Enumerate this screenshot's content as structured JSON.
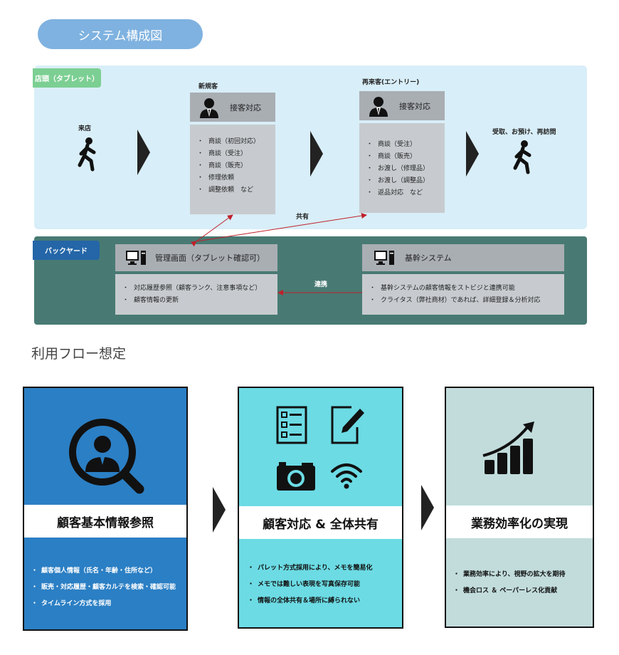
{
  "header": {
    "title": "システム構成図"
  },
  "store": {
    "tag": "店頭（タブレット）",
    "visit_label": "来店",
    "new_customer": {
      "caption": "新規客",
      "title": "接客対応",
      "items": [
        "商談（初回対応）",
        "商談（受注）",
        "商談（販売）",
        "修理依頼",
        "調整依頼　など"
      ]
    },
    "repeat_customer": {
      "caption": "再来客(エントリー)",
      "title": "接客対応",
      "items": [
        "商談（受注）",
        "商談（販売）",
        "お渡し（修理品）",
        "お渡し（調整品）",
        "返品対応　など"
      ]
    },
    "after_label": "受取、お預け、再訪問",
    "share_label": "共有"
  },
  "backyard": {
    "tag": "バックヤード",
    "admin": {
      "title": "管理画面（タブレット確認可）",
      "items": [
        "対応履歴参照（顧客ランク、注意事項など）",
        "顧客情報の更新"
      ]
    },
    "core": {
      "title": "基幹システム",
      "items": [
        "基幹システムの顧客情報をストビジと連携可能",
        "クライタス（弊社商材）であれば、詳細登録＆分析対応"
      ]
    },
    "link_label": "連携"
  },
  "flow": {
    "title": "利用フロー想定",
    "cards": [
      {
        "title": "顧客基本情報参照",
        "color": "#2b7fc4",
        "items": [
          "顧客個人情報（氏名・年齢・住所など）",
          "販売・対応履歴・顧客カルテを検索・確認可能",
          "タイムライン方式を採用"
        ]
      },
      {
        "title": "顧客対応 & 全体共有",
        "color": "#6cdbe4",
        "items": [
          "パレット方式採用により、メモを簡易化",
          "メモでは難しい表現を写真保存可能",
          "情報の全体共有＆場所に縛られない"
        ]
      },
      {
        "title": "業務効率化の実現",
        "color": "#c2dcdc",
        "items": [
          "業務効率により、視野の拡大を期待",
          "機会ロス ＆ ペーパーレス化貢献"
        ]
      }
    ]
  }
}
